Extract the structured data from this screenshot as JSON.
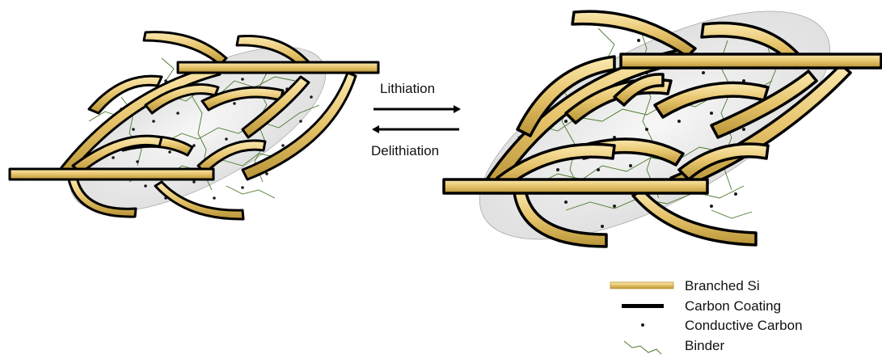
{
  "process": {
    "forward_label": "Lithiation",
    "reverse_label": "Delithiation"
  },
  "legend": {
    "items": [
      {
        "key": "branched-si",
        "label": "Branched Si"
      },
      {
        "key": "carbon-coating",
        "label": "Carbon Coating"
      },
      {
        "key": "conductive-carbon",
        "label": "Conductive Carbon"
      },
      {
        "key": "binder",
        "label": "Binder"
      }
    ]
  },
  "colors": {
    "branched_si_light": "#fbe9b0",
    "branched_si_mid": "#e6c36a",
    "branched_si_dark": "#b89436",
    "carbon_coating": "#000000",
    "conductive_carbon": "#1a1a1a",
    "binder": "#4c7a2e",
    "cluster_fill": "#ebebeb"
  }
}
